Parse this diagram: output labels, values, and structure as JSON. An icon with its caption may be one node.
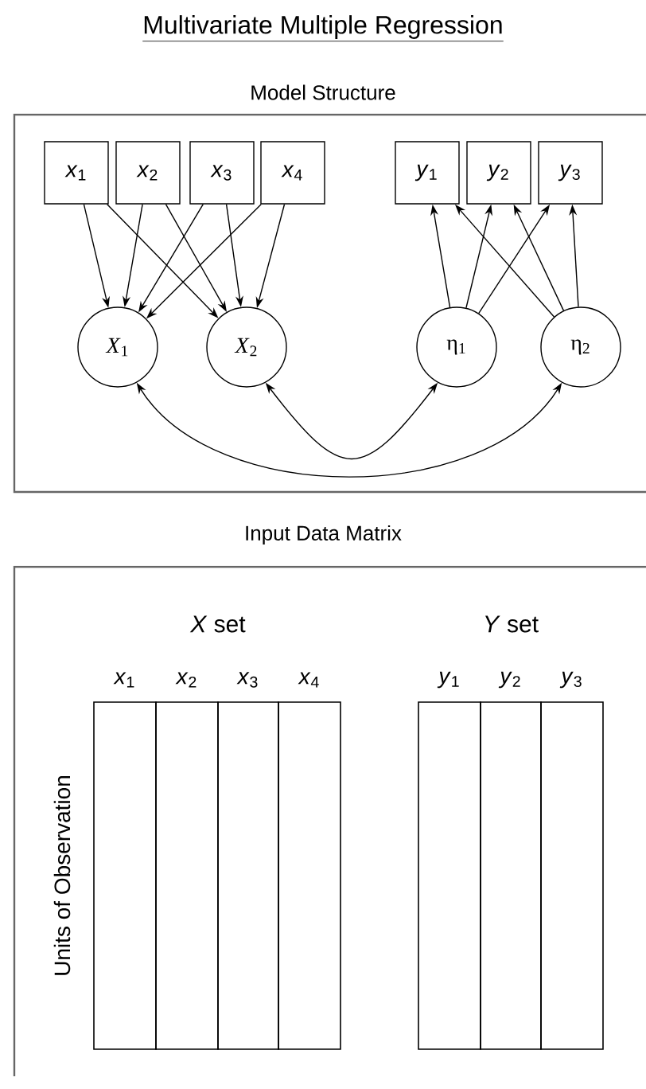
{
  "diagram": {
    "title": "Multivariate Multiple Regression",
    "nodes": [
      {
        "text": [
          "Model Structure"
        ]
      },
      {
        "text": [
          "*x*$_{1}$"
        ],
        "in": 0
      },
      {
        "text": [
          "*x*$_{2}$"
        ],
        "in": 0
      },
      {
        "text": [
          "*x*$_{3}$"
        ],
        "in": 0
      },
      {
        "text": [
          "*x*$_{4}$"
        ],
        "in": 0
      },
      {
        "text": [
          "*y*$_{1}$"
        ],
        "in": 0
      },
      {
        "text": [
          "*y*$_{2}$"
        ],
        "in": 0
      },
      {
        "text": [
          "*y*$_{3}$"
        ],
        "in": 0
      },
      {
        "text": [
          "*X*$_{1}$"
        ],
        "in": 0
      },
      {
        "text": [
          "*X*$_{2}$"
        ],
        "in": 0
      },
      {
        "text": [
          "η$_{1}$"
        ],
        "in": 0
      },
      {
        "text": [
          "η$_{2}$"
        ],
        "in": 0
      },
      {
        "text": [
          "Input Data Matrix"
        ]
      },
      {
        "text": [
          "*x*$_{1}$"
        ],
        "in": 12
      },
      {
        "text": [
          "*x*$_{2}$"
        ],
        "in": 12
      },
      {
        "text": [
          "*x*$_{3}$"
        ],
        "in": 12
      },
      {
        "text": [
          "*x*$_{4}$"
        ],
        "in": 12
      },
      {
        "text": [
          "*y*$_{1}$"
        ],
        "in": 12
      },
      {
        "text": [
          "*y*$_{2}$"
        ],
        "in": 12
      },
      {
        "text": [
          "*y*$_{3}$"
        ],
        "in": 12
      }
    ],
    "edges": [
      {
        "from": 1,
        "to": 8,
        "arrow": "to"
      },
      {
        "from": 1,
        "to": 9,
        "arrow": "to"
      },
      {
        "from": 2,
        "to": 8,
        "arrow": "to"
      },
      {
        "from": 2,
        "to": 9,
        "arrow": "to"
      },
      {
        "from": 3,
        "to": 8,
        "arrow": "to"
      },
      {
        "from": 3,
        "to": 9,
        "arrow": "to"
      },
      {
        "from": 4,
        "to": 8,
        "arrow": "to"
      },
      {
        "from": 4,
        "to": 9,
        "arrow": "to"
      },
      {
        "from": 10,
        "to": 5,
        "arrow": "to"
      },
      {
        "from": 10,
        "to": 6,
        "arrow": "to"
      },
      {
        "from": 10,
        "to": 7,
        "arrow": "to"
      },
      {
        "from": 11,
        "to": 5,
        "arrow": "to"
      },
      {
        "from": 11,
        "to": 6,
        "arrow": "to"
      },
      {
        "from": 11,
        "to": 7,
        "arrow": "to"
      },
      {
        "from": 9,
        "to": 10,
        "arrow": "both"
      },
      {
        "from": 8,
        "to": 11,
        "arrow": "both"
      }
    ],
    "labels": [
      "*X* set",
      "*Y* set",
      "Units of Observation"
    ]
  }
}
